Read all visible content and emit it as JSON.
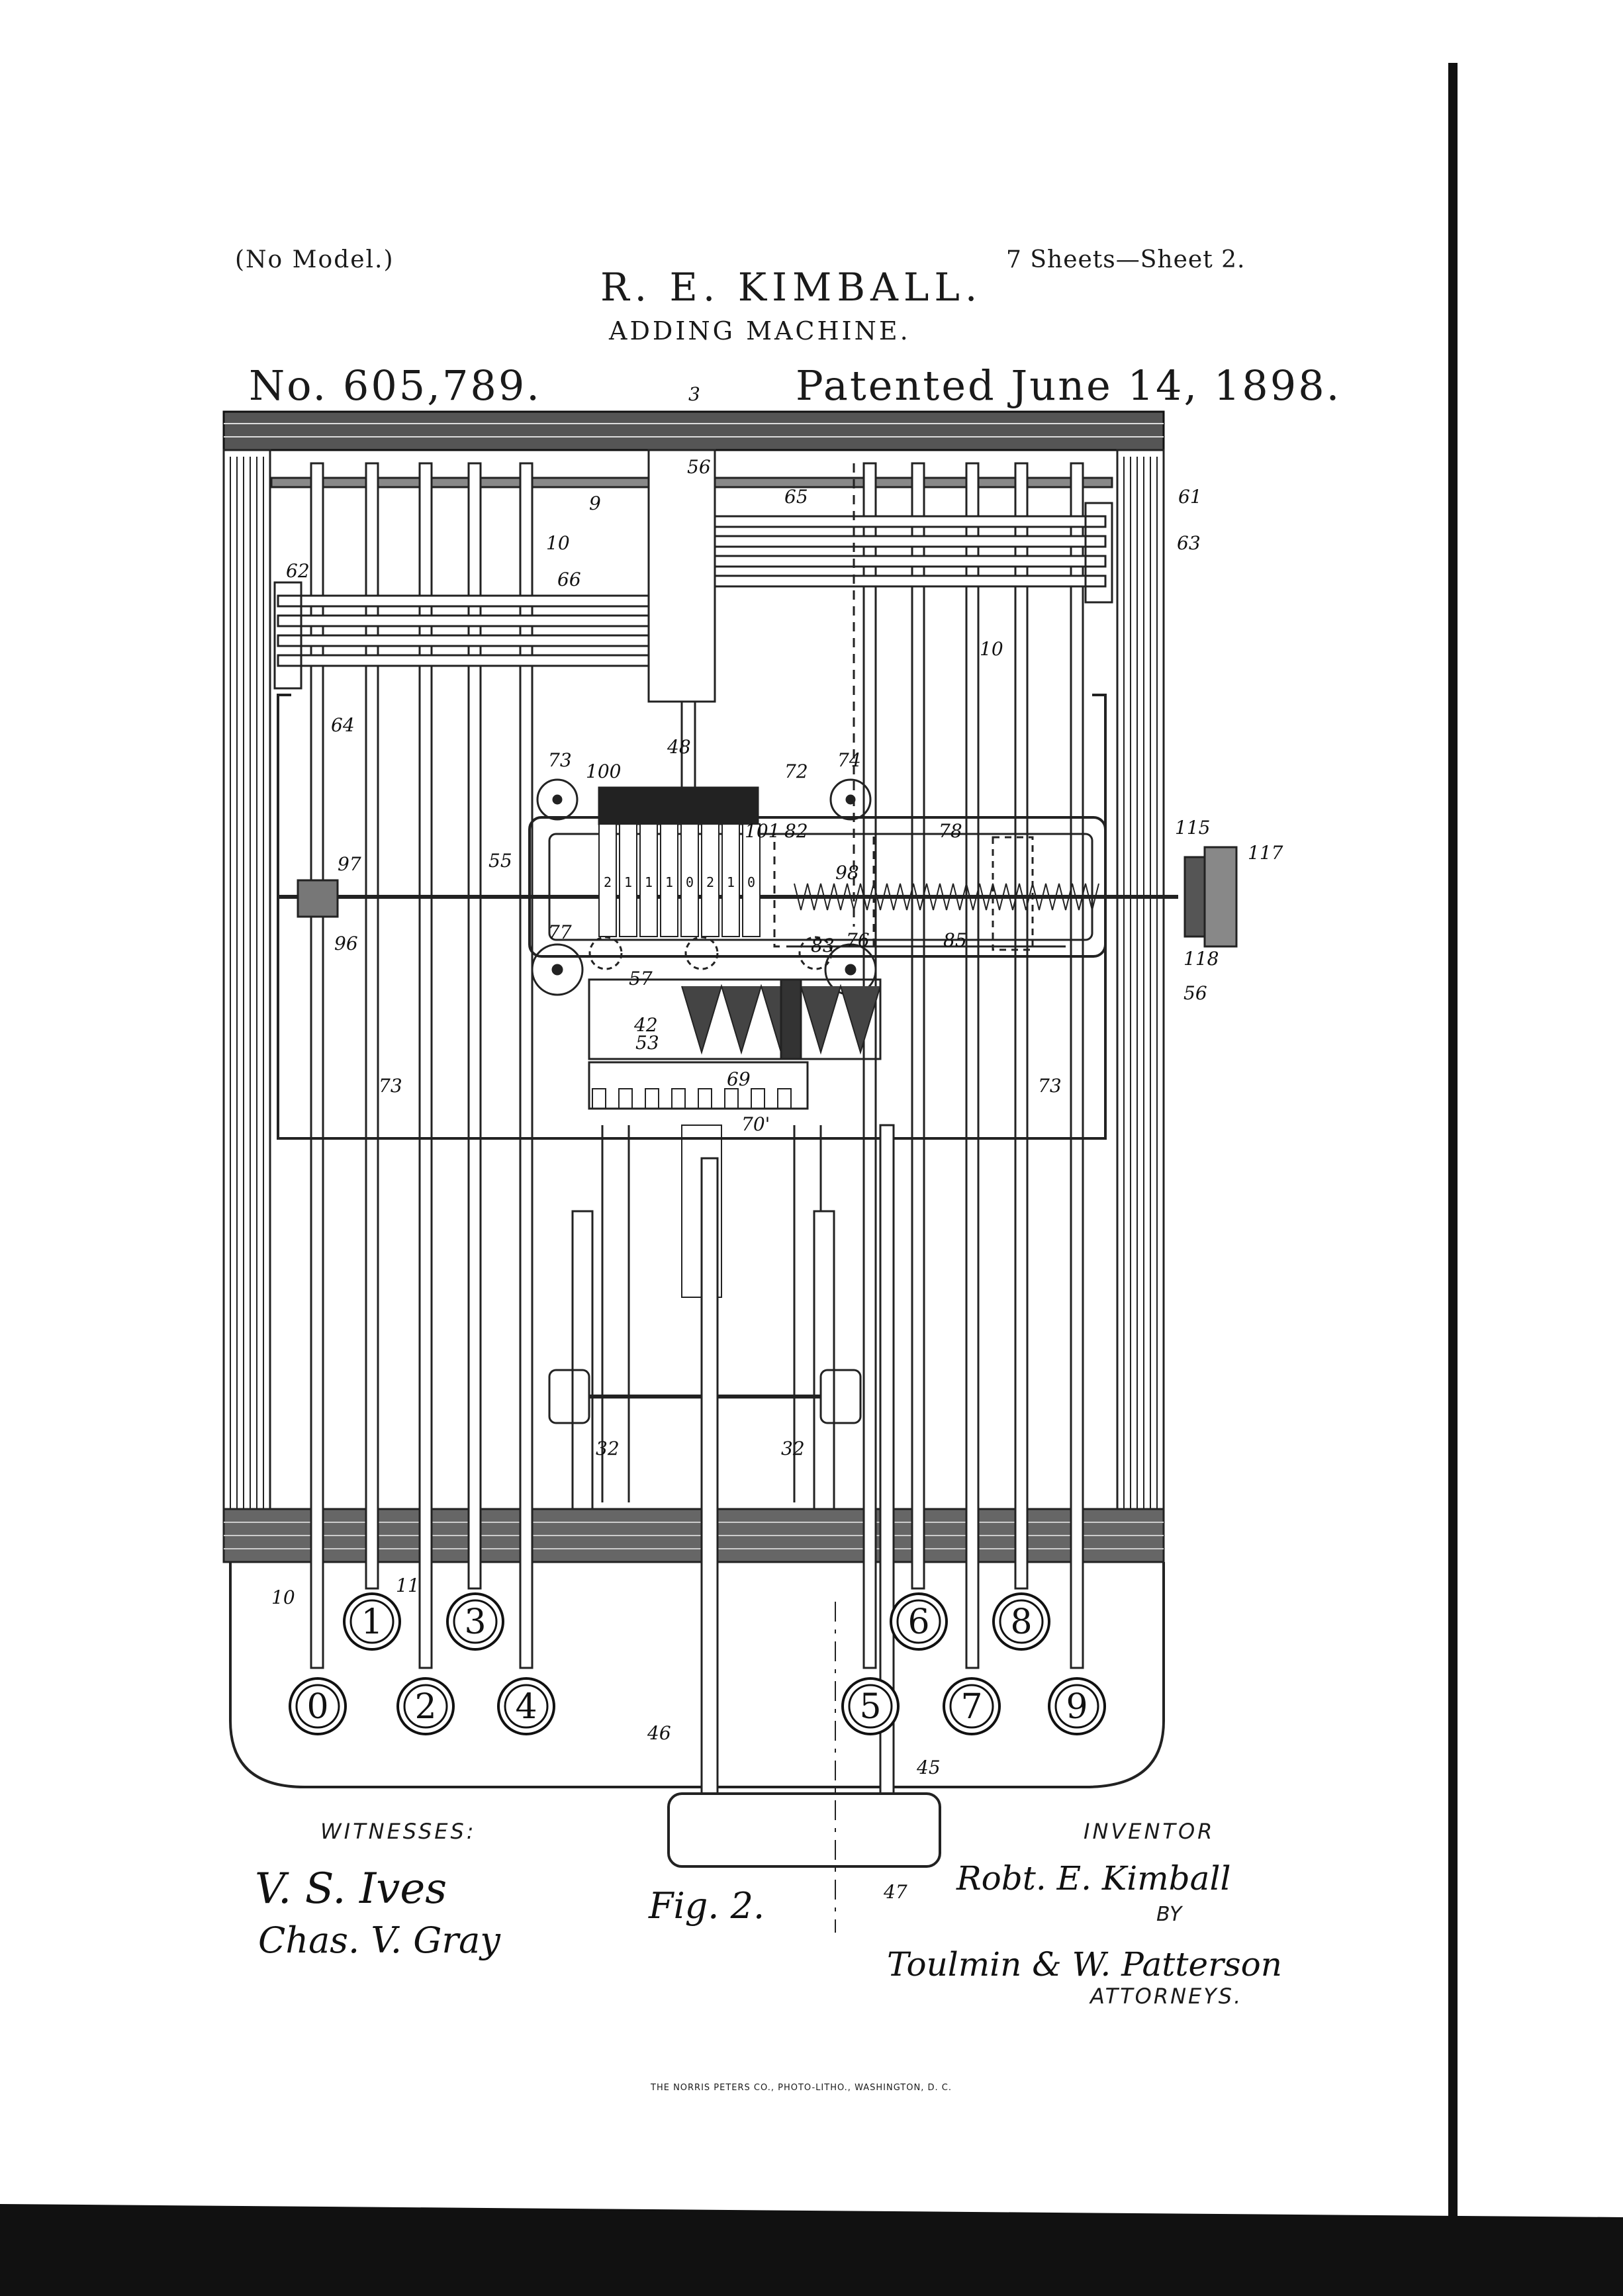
{
  "header": {
    "no_model": "(No Model.)",
    "sheets": "7 Sheets—Sheet 2.",
    "inventor_name": "R. E. KIMBALL.",
    "title": "ADDING MACHINE.",
    "patent_no": "No. 605,789.",
    "patented": "Patented June 14, 1898."
  },
  "keys_top": [
    "1",
    "3",
    "6",
    "8"
  ],
  "keys_bottom": [
    "0",
    "2",
    "4",
    "5",
    "7",
    "9"
  ],
  "wheel_digits": [
    "2",
    "1",
    "1",
    "1",
    "0",
    "2",
    "1",
    "0"
  ],
  "ref_numerals": {
    "r3": "3",
    "r9": "9",
    "r10a": "10",
    "r10b": "10",
    "r10c": "10",
    "r11": "11",
    "r32a": "32",
    "r32b": "32",
    "r42": "42",
    "r45": "45",
    "r46": "46",
    "r47": "47",
    "r48": "48",
    "r53": "53",
    "r55": "55",
    "r56": "56",
    "r56b": "56",
    "r57": "57",
    "r61": "61",
    "r62": "62",
    "r63": "63",
    "r64": "64",
    "r65": "65",
    "r66": "66",
    "r69": "69",
    "r70": "70'",
    "r72": "72",
    "r73a": "73",
    "r73b": "73",
    "r73c": "73",
    "r74": "74",
    "r76": "76",
    "r77": "77",
    "r78": "78",
    "r82": "82",
    "r83": "83",
    "r85": "85",
    "r96": "96",
    "r97": "97",
    "r98": "98",
    "r100": "100",
    "r101": "101",
    "r115": "115",
    "r117": "117",
    "r118": "118"
  },
  "fig_label": "Fig. 2.",
  "witnesses": {
    "label": "WITNESSES:",
    "sig1": "V. S. Ives",
    "sig2": "Chas. V. Gray"
  },
  "inventor": {
    "label": "INVENTOR",
    "signature": "Robt. E. Kimball",
    "by": "BY",
    "attorneys_signature": "Toulmin & W. Patterson",
    "attorneys_label": "ATTORNEYS."
  },
  "printer": "THE NORRIS PETERS CO., PHOTO-LITHO., WASHINGTON, D. C."
}
